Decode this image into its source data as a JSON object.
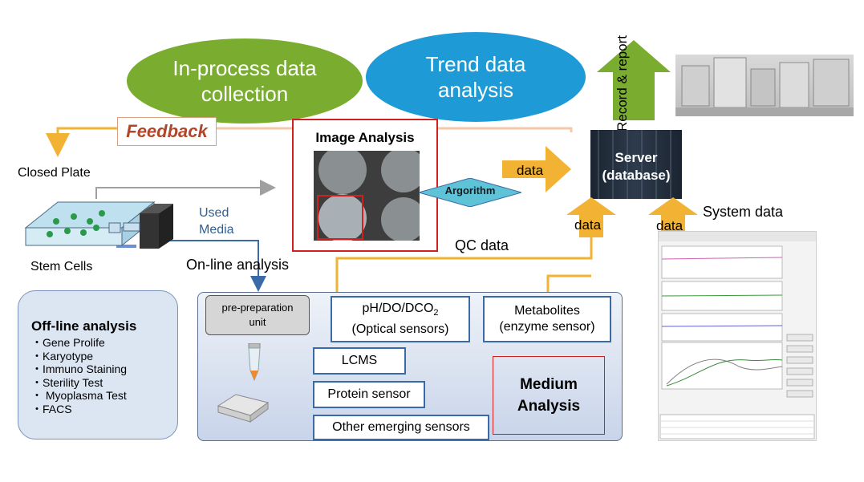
{
  "bubbles": {
    "inprocess": "In-process data collection",
    "trend": "Trend data analysis"
  },
  "feedback": "Feedback",
  "record_report": "Record & report",
  "closed_plate": "Closed Plate",
  "used_media": "Used Media",
  "stem_cells": "Stem Cells",
  "online_analysis": "On-line  analysis",
  "image_analysis": "Image Analysis",
  "algorithm": "Argorithm",
  "data_labels": [
    "data",
    "data",
    "data"
  ],
  "server": "Server (database)",
  "system_data": "System data",
  "qc_data": "QC data",
  "offline": {
    "title": "Off-line analysis",
    "items": [
      "・Gene Prolife",
      "・Karyotype",
      "・Immuno Staining",
      "・Sterility Test",
      "・ Myoplasma  Test",
      "・FACS"
    ]
  },
  "analysis": {
    "prep": "pre-preparation unit",
    "ph": "pH/DO/DCO",
    "ph_sub": "2",
    "optical": "(Optical sensors)",
    "metabolites": "Metabolites",
    "enzyme": "(enzyme sensor)",
    "lcms": "LCMS",
    "protein": "Protein sensor",
    "other": "Other emerging sensors",
    "medium": "Medium Analysis"
  },
  "colors": {
    "green": "#7aad2f",
    "blue": "#1e9bd7",
    "orange": "#f7b733",
    "feedback_text": "#b0472a",
    "box_border": "#3a6aa8"
  }
}
